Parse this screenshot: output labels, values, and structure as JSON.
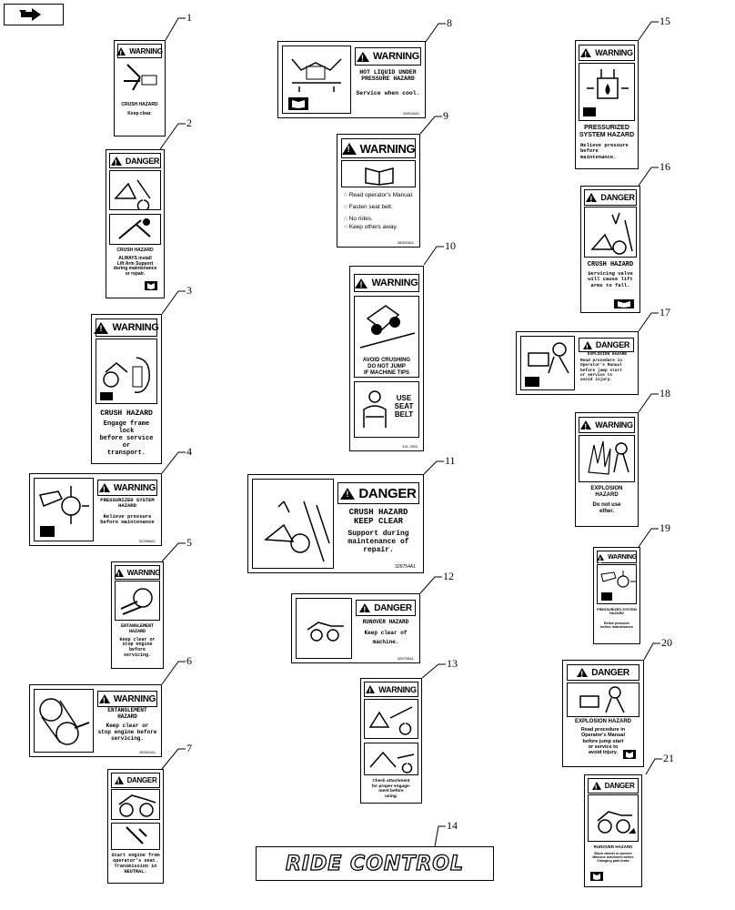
{
  "callouts": [
    "1",
    "2",
    "3",
    "4",
    "5",
    "6",
    "7",
    "8",
    "9",
    "10",
    "11",
    "12",
    "13",
    "14",
    "15",
    "16",
    "17",
    "18",
    "19",
    "20",
    "21"
  ],
  "decals": {
    "d1": {
      "signal": "WARNING",
      "lines": [
        "CRUSH HAZARD",
        "Keep clear."
      ]
    },
    "d2": {
      "signal": "DANGER",
      "lines": [
        "CRUSH HAZARD",
        "ALWAYS install",
        "Lift Arm Support",
        "during maintenance",
        "or repair."
      ]
    },
    "d3": {
      "signal": "WARNING",
      "lines": [
        "CRUSH HAZARD",
        "Engage frame lock",
        "before service or",
        "transport."
      ]
    },
    "d4": {
      "signal": "WARNING",
      "lines": [
        "PRESSURIZED SYSTEM",
        "HAZARD",
        "Relieve pressure",
        "before maintenance"
      ],
      "part": "322956A1"
    },
    "d5": {
      "signal": "WARNING",
      "lines": [
        "ENTANGLEMENT",
        "HAZARD",
        "Keep clear or",
        "stop engine before",
        "servicing."
      ]
    },
    "d6": {
      "signal": "WARNING",
      "lines": [
        "ENTANGLEMENT",
        "HAZARD",
        "Keep clear or",
        "stop engine before",
        "servicing."
      ],
      "part": "359119A1"
    },
    "d7": {
      "signal": "DANGER",
      "lines": [
        "Start engine from",
        "operator's seat.",
        "Transmission in",
        "NEUTRAL."
      ]
    },
    "d8": {
      "signal": "WARNING",
      "lines": [
        "HOT LIQUID UNDER",
        "PRESSURE HAZARD",
        "Service when cool."
      ],
      "part": "328044A1"
    },
    "d9": {
      "signal": "WARNING",
      "lines": [
        "Read operator's Manual.",
        "Fasten seat belt.",
        "No rides.",
        "Keep others away."
      ],
      "part": "382603A1"
    },
    "d10": {
      "signal": "WARNING",
      "lines": [
        "AVOID CRUSHING",
        "DO NOT JUMP",
        "IF MACHINE TIPS",
        "USE",
        "SEAT",
        "BELT"
      ],
      "part": "331-7653"
    },
    "d11": {
      "signal": "DANGER",
      "lines": [
        "CRUSH HAZARD",
        "KEEP CLEAR",
        "Support during",
        "maintenance of",
        "repair."
      ],
      "part": "326754A1"
    },
    "d12": {
      "signal": "DANGER",
      "lines": [
        "RUNOVER HAZARD",
        "Keep clear of",
        "machine."
      ],
      "part": "326755A1"
    },
    "d13": {
      "signal": "WARNING",
      "lines": [
        "Check attachment",
        "for proper engage-",
        "ment before",
        "using."
      ]
    },
    "d14": {
      "label": "RIDE CONTROL"
    },
    "d15": {
      "signal": "WARNING",
      "lines": [
        "PRESSURIZED",
        "SYSTEM HAZARD",
        "Relieve pressure",
        "before maintenance."
      ]
    },
    "d16": {
      "signal": "DANGER",
      "lines": [
        "CRUSH HAZARD",
        "Servicing valve",
        "will cause lift",
        "arms to fall."
      ]
    },
    "d17": {
      "signal": "DANGER",
      "lines": [
        "EXPLOSION HAZARD",
        "Read procedure in",
        "Operator's Manual",
        "before jump start",
        "or service to",
        "avoid",
        "injury."
      ]
    },
    "d18": {
      "signal": "WARNING",
      "lines": [
        "EXPLOSION",
        "HAZARD",
        "Do not use",
        "ether."
      ]
    },
    "d19": {
      "signal": "WARNING",
      "lines": [
        "PRESSURIZED SYSTEM",
        "HAZARD",
        "Relive pressure",
        "before maintenance"
      ]
    },
    "d20": {
      "signal": "DANGER",
      "lines": [
        "EXPLOSION HAZARD",
        "Read procedure in",
        "Operator's Manual",
        "before jump start",
        "or service to",
        "avoid injury."
      ]
    },
    "d21": {
      "signal": "DANGER",
      "lines": [
        "RUNOVER HAZARD",
        "Block wheels to prevent",
        "Machine movement before",
        "Changing park brake"
      ]
    }
  }
}
